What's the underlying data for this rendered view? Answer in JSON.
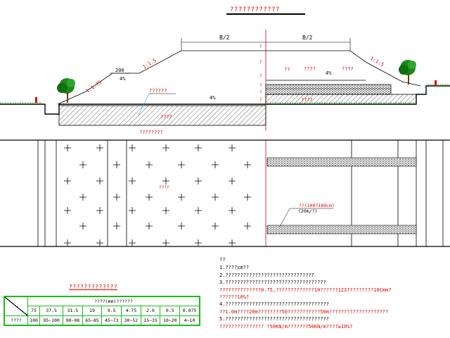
{
  "title": "????????????",
  "section": {
    "half_width_left": "B/2",
    "half_width_right": "B/2",
    "slope_outer_left": "1:1.75",
    "slope_upper_left": "1:1.5",
    "slope_right": "1:1.5",
    "berm_width": "200",
    "berm_grade": "4%",
    "crossfall_left": "4%",
    "crossfall_right": "4%",
    "layer_label_left": "??????",
    "layer_label_r1": "??",
    "layer_label_r2": "????",
    "layer_label_r3": "????",
    "base_label_left": "????",
    "base_label_right": "????",
    "bottom_label": "????????",
    "marks": [
      "?",
      "?",
      "?",
      "?",
      "?",
      "?"
    ]
  },
  "plan": {
    "left_label": "????",
    "right_callout_1": "??(100?180cm)",
    "right_callout_2": "(20m/?)"
  },
  "notes": {
    "heading": "??",
    "lines": [
      {
        "text": "1.????cm??",
        "red": false
      },
      {
        "text": "2.??????????????????????????????",
        "red": false
      },
      {
        "text": "3.??????????????????????????????????",
        "red": false
      },
      {
        "text": "  ??????????????0.75,?????????????10??????123?????????10Cmm?",
        "red": true
      },
      {
        "text": "  ??????10%?",
        "red": true
      },
      {
        "text": "4.???????????????????????????????????",
        "red": false
      },
      {
        "text": "  ??1.0m????20m????????50???????????50m????????????????????",
        "red": true
      },
      {
        "text": "5.???????????????????????????????????",
        "red": false
      },
      {
        "text": "  ??????????????? ?50KN/m???????50KN/m????≥10%?",
        "red": true
      }
    ]
  },
  "gradation": {
    "title": "?????????????",
    "header_top": "????(mm)??????",
    "sieves": [
      "75",
      "37.5",
      "31.5",
      "19",
      "9.5",
      "4.75",
      "2.0",
      "0.5",
      "0.075"
    ],
    "row_label": "????",
    "ranges": [
      "100",
      "95~100",
      "90~98",
      "65~85",
      "45~73",
      "30~52",
      "15~35",
      "10~20",
      "4~10"
    ]
  },
  "colors": {
    "line": "#000000",
    "annotation": "#e00000",
    "table_border": "#16c016",
    "tree": "#1a8a1a"
  }
}
